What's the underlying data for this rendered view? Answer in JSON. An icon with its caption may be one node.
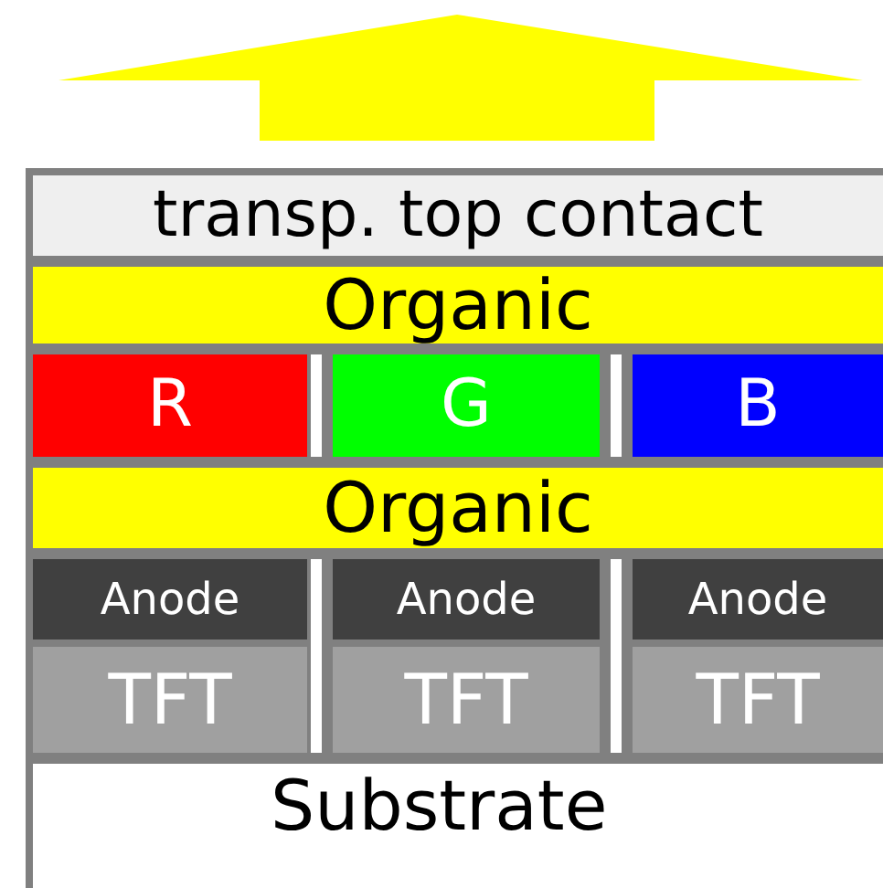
{
  "diagram": {
    "nodes": [
      {
        "text": [
          "transp. top contact"
        ]
      },
      {
        "text": [
          "Organic"
        ]
      },
      {
        "text": [
          "R"
        ]
      },
      {
        "text": [
          "G"
        ]
      },
      {
        "text": [
          "B"
        ]
      },
      {
        "text": [
          "Organic"
        ]
      },
      {
        "text": [
          "Anode"
        ]
      },
      {
        "text": [
          "Anode"
        ]
      },
      {
        "text": [
          "Anode"
        ]
      },
      {
        "text": [
          "TFT"
        ]
      },
      {
        "text": [
          "TFT"
        ]
      },
      {
        "text": [
          "TFT"
        ]
      },
      {
        "text": [
          "Substrate"
        ]
      }
    ]
  }
}
